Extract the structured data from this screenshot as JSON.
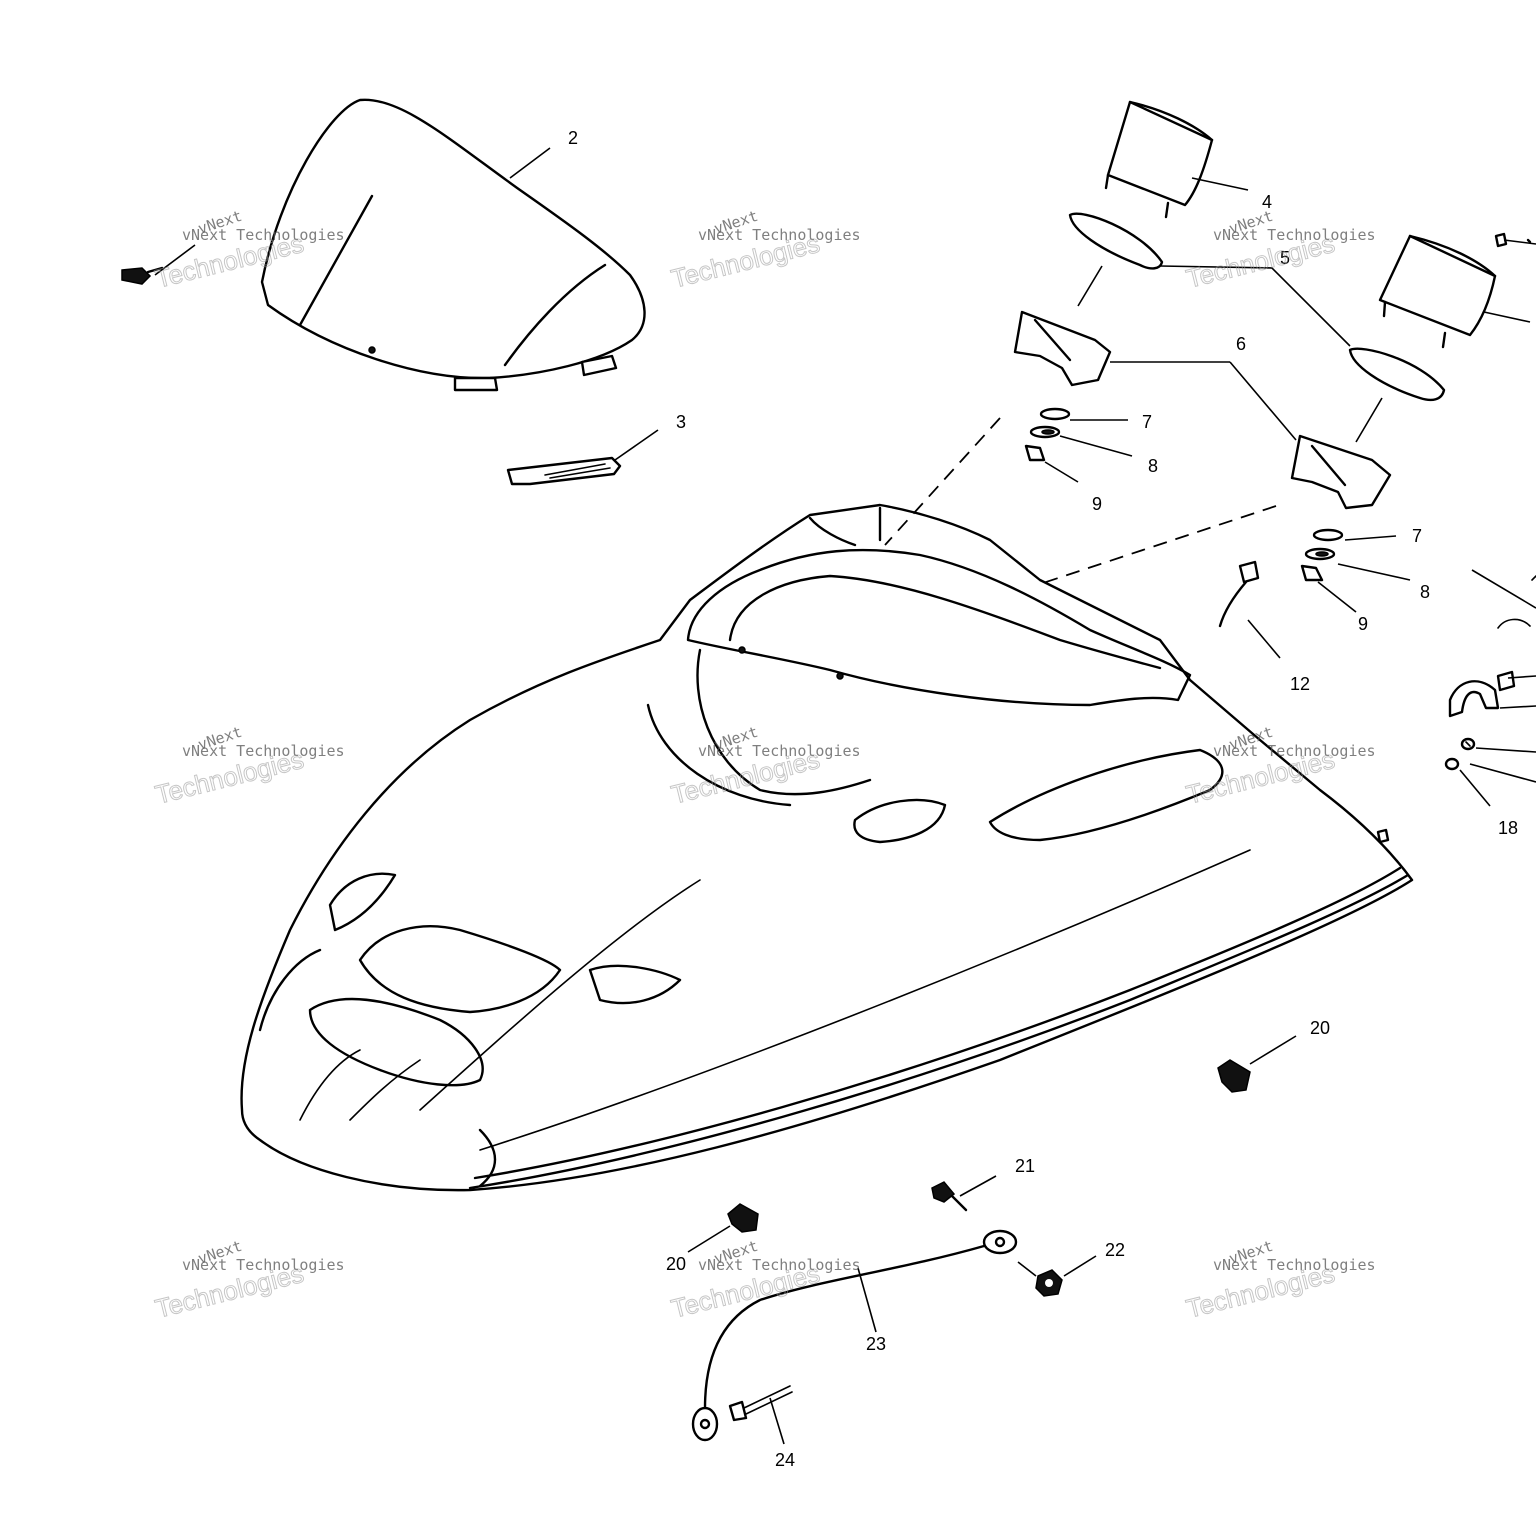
{
  "callouts": {
    "c2": "2",
    "c3": "3",
    "c4": "4",
    "c5": "5",
    "c6": "6",
    "c7a": "7",
    "c8a": "8",
    "c9a": "9",
    "c7b": "7",
    "c8b": "8",
    "c9b": "9",
    "c12": "12",
    "c18": "18",
    "c20a": "20",
    "c20b": "20",
    "c21": "21",
    "c22": "22",
    "c23": "23",
    "c24": "24"
  },
  "watermark": {
    "line1": "vNext Technologies",
    "line2": "Technologies",
    "line3": "vNext"
  }
}
